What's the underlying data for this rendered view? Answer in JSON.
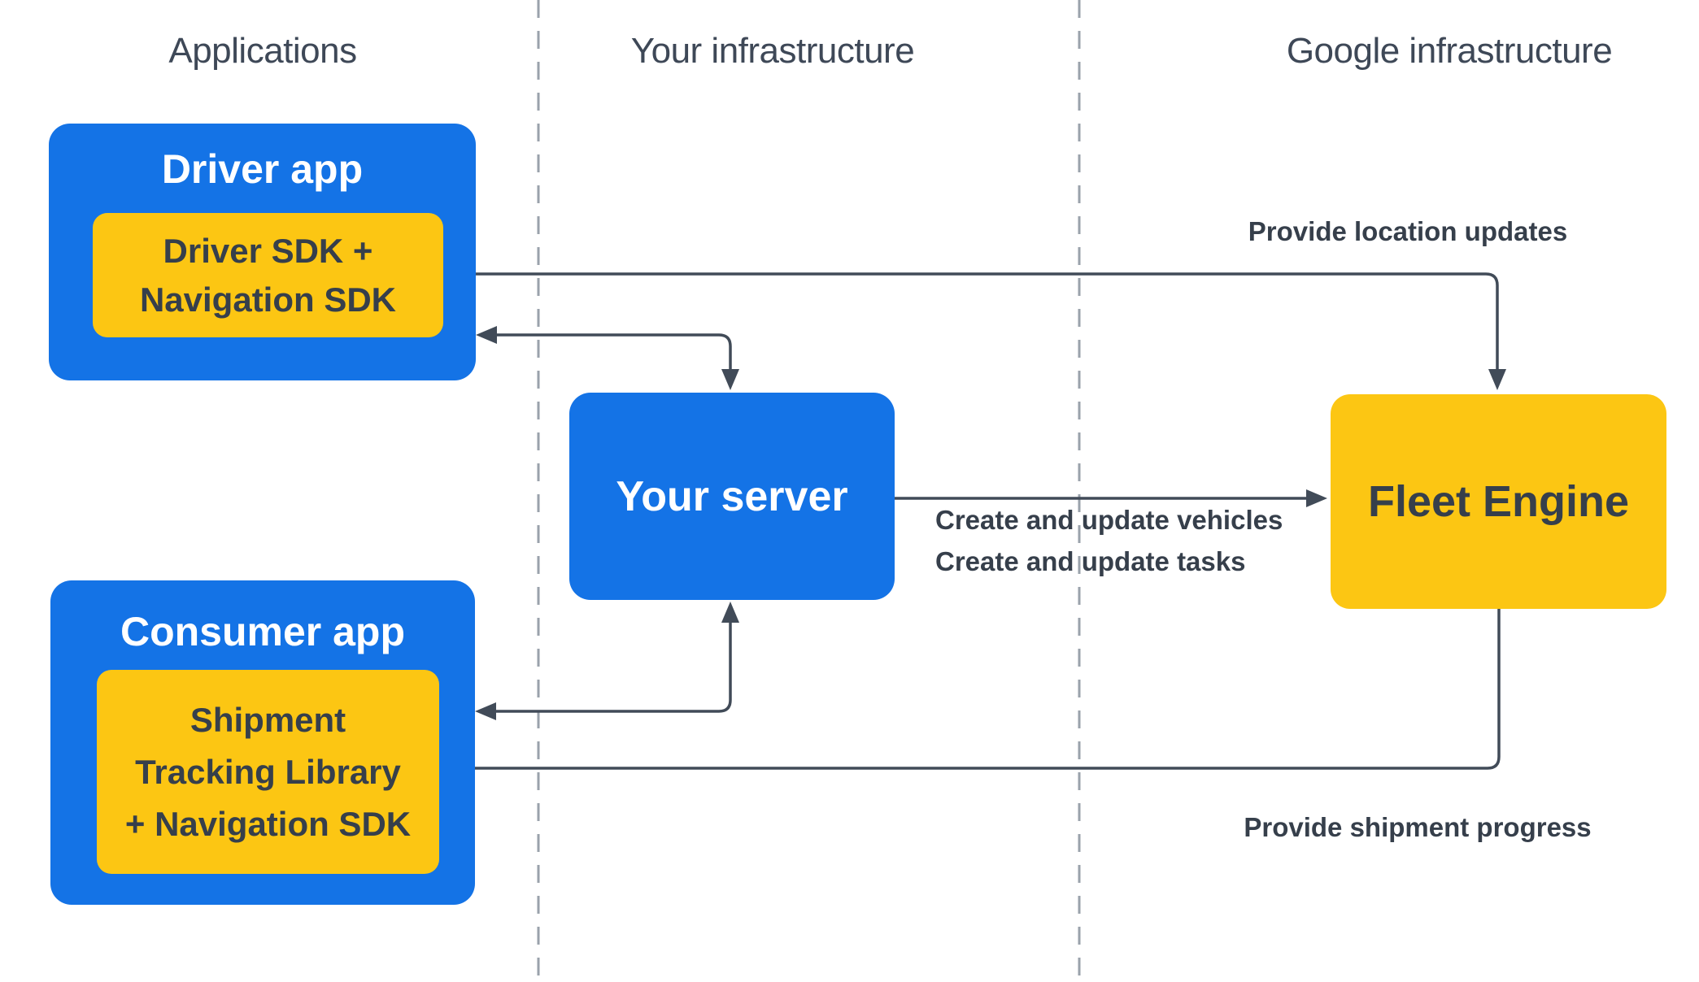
{
  "colors": {
    "blue": "#1473E6",
    "yellow": "#FCC613",
    "arrow": "#414B58",
    "text-dark": "#363F4B",
    "header-text": "#3E4857",
    "dashed": "#9AA2AB",
    "white": "#FFFFFF",
    "bg": "#FFFFFF"
  },
  "columns": [
    {
      "label": "Applications"
    },
    {
      "label": "Your infrastructure"
    },
    {
      "label": "Google infrastructure"
    }
  ],
  "nodes": {
    "driver_app": {
      "title": "Driver app",
      "sdk_lines": [
        "Driver SDK +",
        "Navigation SDK"
      ]
    },
    "consumer_app": {
      "title": "Consumer app",
      "sdk_lines": [
        "Shipment",
        "Tracking Library",
        "+ Navigation SDK"
      ]
    },
    "your_server": {
      "title": "Your server"
    },
    "fleet_engine": {
      "title": "Fleet Engine"
    }
  },
  "edge_labels": {
    "location_updates": "Provide location updates",
    "create_vehicles": "Create and update vehicles",
    "create_tasks": "Create and update tasks",
    "shipment_progress": "Provide shipment progress"
  }
}
